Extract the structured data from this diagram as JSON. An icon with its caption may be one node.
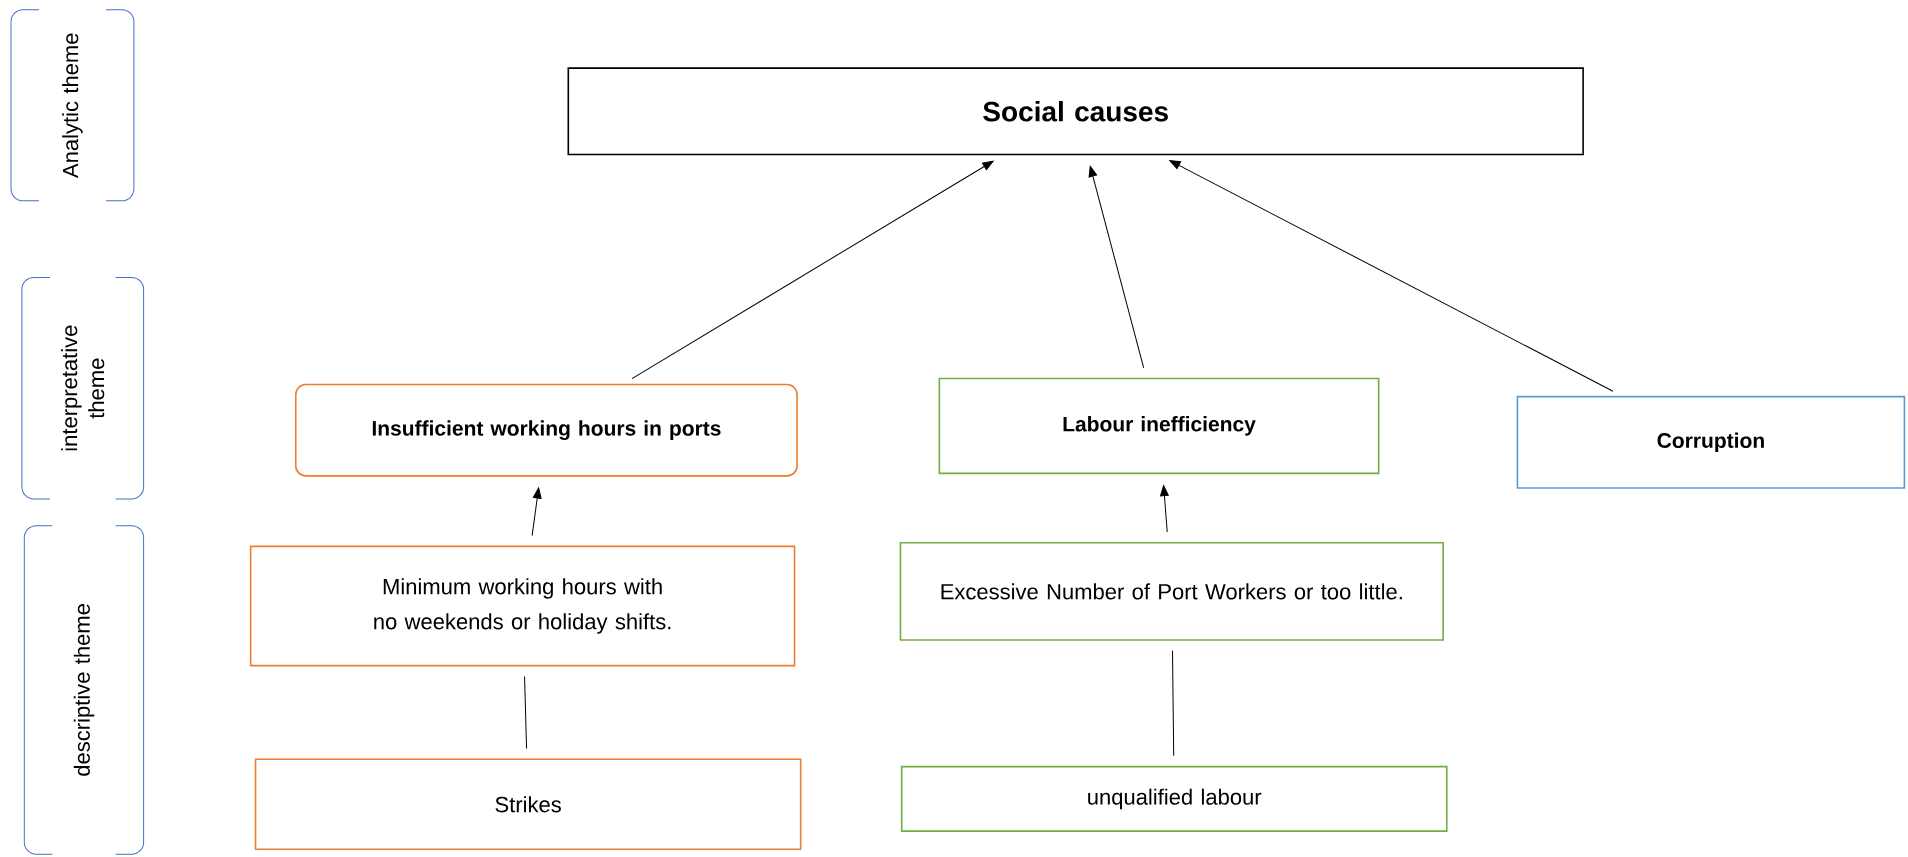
{
  "diagram": {
    "nodes": [
      {
        "text": [
          "Analytic theme"
        ]
      },
      {
        "text": [
          "interpretative theme"
        ]
      },
      {
        "text": [
          "descriptive theme"
        ]
      },
      {
        "text": [
          "Social causes"
        ]
      },
      {
        "text": [
          "Insufficient working hours in ports"
        ]
      },
      {
        "text": [
          "Labour inefficiency"
        ]
      },
      {
        "text": [
          "Corruption"
        ]
      },
      {
        "text": [
          "Minimum working hours with no weekends or holiday shifts."
        ]
      },
      {
        "text": [
          "Excessive Number of Port Workers or too little."
        ]
      },
      {
        "text": [
          "Strikes"
        ]
      },
      {
        "text": [
          "unqualified labour"
        ]
      }
    ],
    "edges": [
      {
        "from": 4,
        "to": 3,
        "arrow": "to"
      },
      {
        "from": 5,
        "to": 3,
        "arrow": "to"
      },
      {
        "from": 6,
        "to": 3,
        "arrow": "to"
      },
      {
        "from": 7,
        "to": 4,
        "arrow": "to"
      },
      {
        "from": 8,
        "to": 5,
        "arrow": "to"
      },
      {
        "from": 9,
        "to": 7,
        "arrow": "none"
      },
      {
        "from": 10,
        "to": 8,
        "arrow": "none"
      }
    ]
  }
}
